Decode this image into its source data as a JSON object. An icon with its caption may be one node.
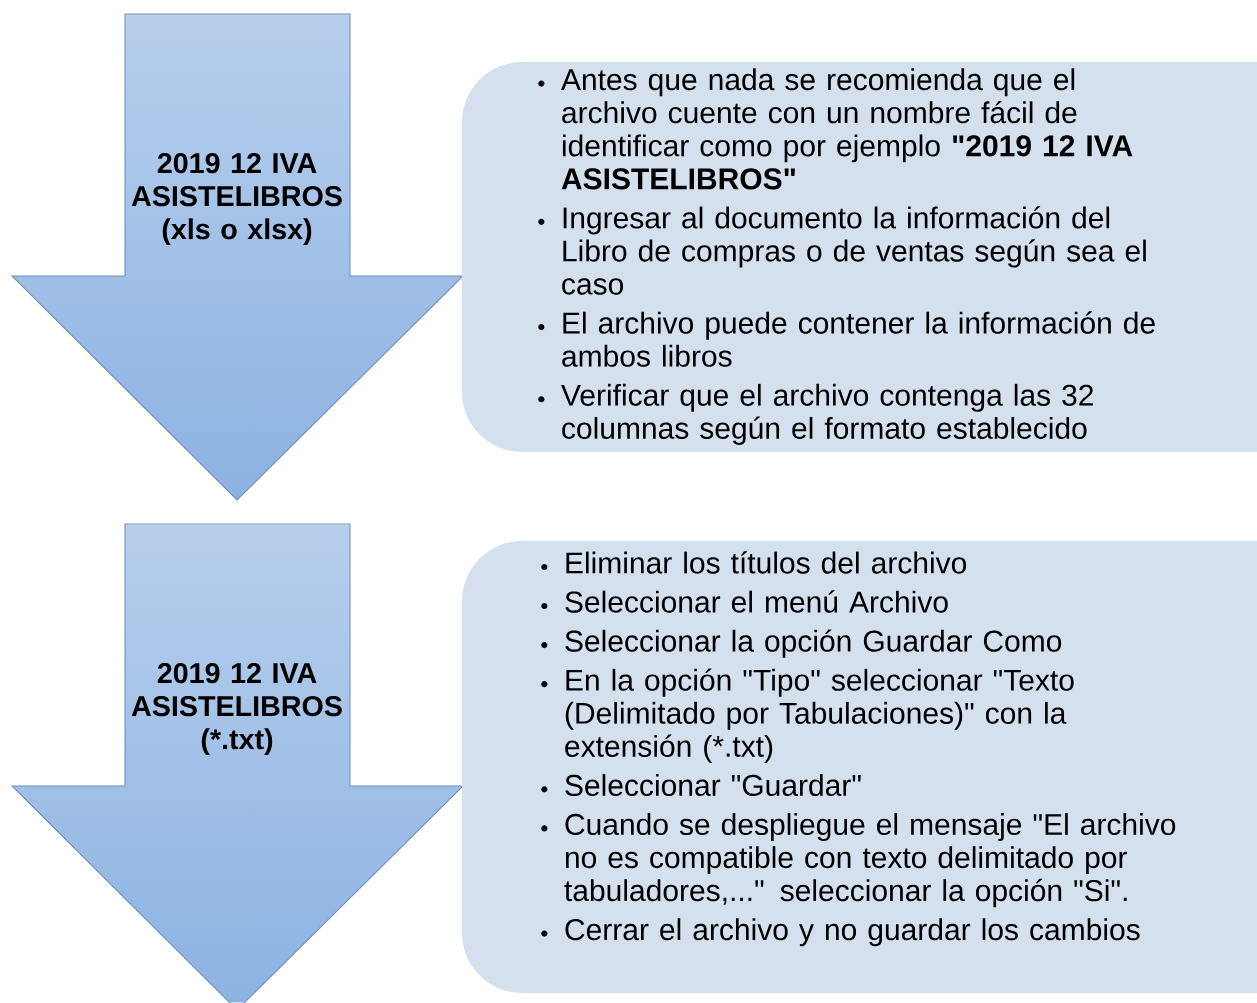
{
  "diagram": {
    "nodes": [
      {
        "text": [
          "2019 12 IVA ASISTELIBROS (xls o xlsx)"
        ]
      },
      {
        "text": [
          "Antes que nada se recomienda que el archivo cuente con un nombre fácil de identificar como por ejemplo **\"2019 12 IVA ASISTELIBROS\"**",
          "Ingresar al documento la información del Libro de compras o de ventas según sea el caso",
          "El archivo puede contener la información de ambos libros",
          "Verificar que el archivo contenga las 32 columnas según el formato establecido"
        ]
      },
      {
        "text": [
          "2019 12 IVA ASISTELIBROS (*.txt)"
        ]
      },
      {
        "text": [
          "Eliminar los títulos del archivo",
          "Seleccionar el menú Archivo",
          "Seleccionar la opción Guardar Como",
          "En la opción \"Tipo\" seleccionar \"Texto (Delimitado por Tabulaciones)\" con la extensión (*.txt)",
          "Seleccionar \"Guardar\"",
          "Cuando se despliegue el mensaje \"El archivo no es compatible con texto delimitado por tabuladores,...\" seleccionar la opción \"Si\".",
          "Cerrar el archivo y no guardar los cambios"
        ]
      }
    ]
  }
}
